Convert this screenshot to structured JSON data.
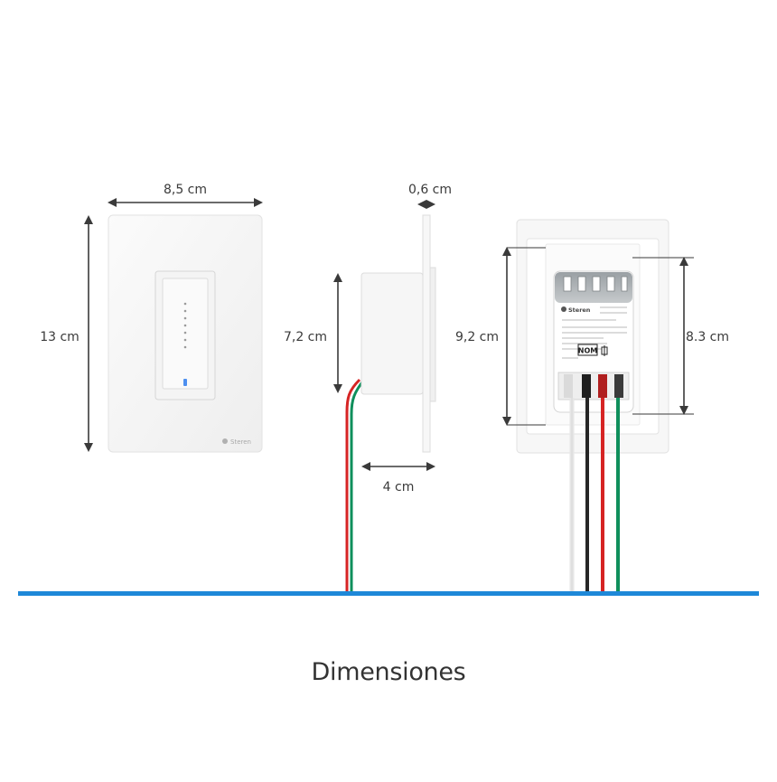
{
  "title": "Dimensiones",
  "colors": {
    "floor_line": "#1e88d8",
    "arrow": "#3a3a3a",
    "wire_green": "#0f8f5c",
    "wire_red": "#d62424",
    "wire_black": "#262626",
    "wire_white": "#f2f2f2"
  },
  "front_view": {
    "width_label": "8,5 cm",
    "height_label": "13 cm",
    "logo_text": "Steren"
  },
  "side_view": {
    "thickness_label": "0,6 cm",
    "height_label": "7,2 cm",
    "depth_label": "4 cm"
  },
  "back_view": {
    "outer_height_label": "9,2 cm",
    "inner_height_label": "8.3 cm",
    "module_brand": "Steren",
    "nom_mark": "NOM"
  }
}
